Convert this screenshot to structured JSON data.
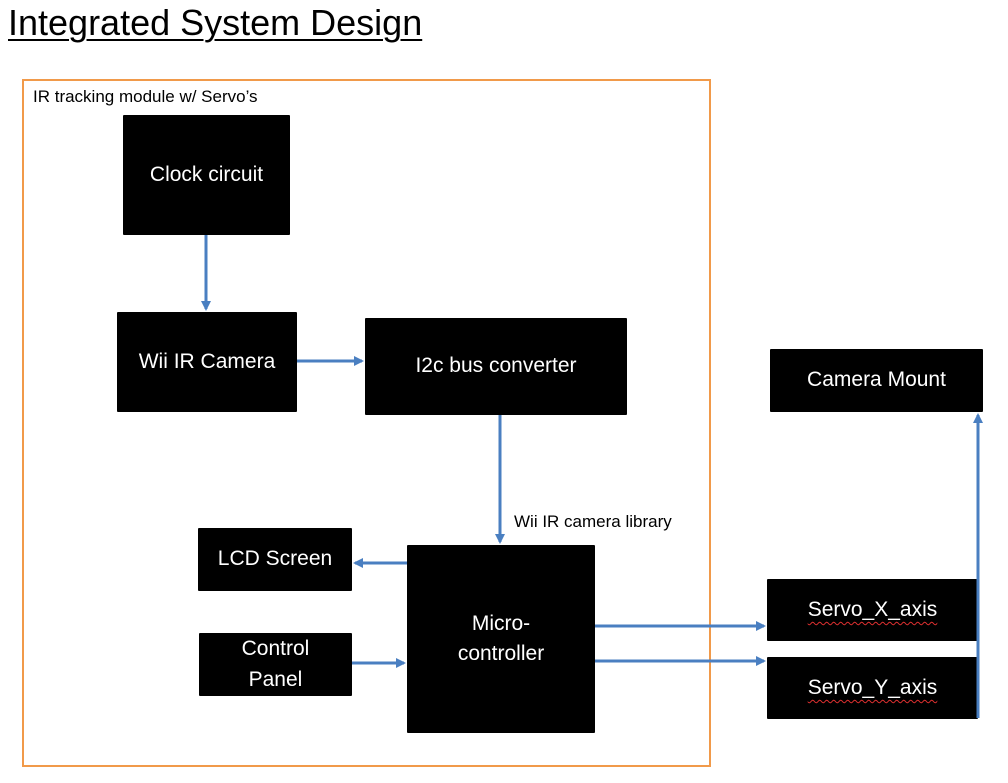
{
  "title": "Integrated System Design",
  "module": {
    "label": "IR tracking module w/ Servo’s"
  },
  "blocks": {
    "clock_circuit": "Clock circuit",
    "wii_ir_camera": "Wii IR Camera",
    "i2c_bus_converter": "I2c bus converter",
    "lcd_screen": "LCD Screen",
    "control_panel": [
      "Control",
      "Panel"
    ],
    "microcontroller": [
      "Micro-",
      "controller"
    ],
    "camera_mount": "Camera Mount",
    "servo_x_axis": "Servo_X_axis",
    "servo_y_axis": "Servo_Y_axis"
  },
  "annotations": {
    "library_label": "Wii IR camera library"
  },
  "colors": {
    "frame": "#f19a4a",
    "arrow": "#4a7fc1",
    "block": "#000000",
    "spellcheck": "#e03030"
  }
}
